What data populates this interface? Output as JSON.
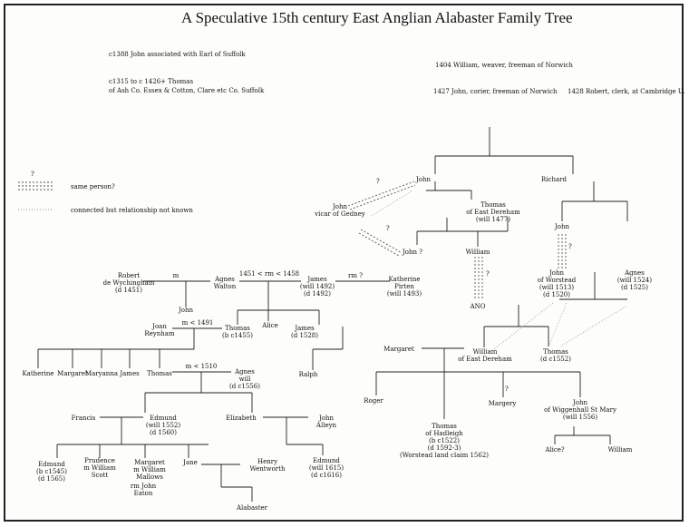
{
  "title": "A Speculative 15th century East Anglian Alabaster Family Tree",
  "notes": {
    "n1": "c1388 John associated with Earl of Suffolk",
    "n2a": "c1315 to c 1426+ Thomas",
    "n2b": "of Ash Co. Essex &  Cotton, Clare etc Co. Suffolk",
    "n3": "1404 William, weaver, freeman of Norwich",
    "n4": "1427 John, corier,  freeman of Norwich",
    "n5": "1428 Robert, clerk, at Cambridge U."
  },
  "legend": {
    "q": "?",
    "same": "same person?",
    "connected": "connected but relationship  not known"
  },
  "people": {
    "john1": "John",
    "richard": "Richard",
    "john_gedney": [
      "John",
      "vicar of Gedney"
    ],
    "thomas_dereham": [
      "Thomas",
      "of East Dereham",
      "(will 1477)"
    ],
    "john_q": "John ?",
    "william": "William",
    "ano": "ANO",
    "john_r": "John",
    "john_worstead": [
      "John",
      "of Worstead",
      "(will 1513)",
      "(d 1520)"
    ],
    "agnes1": [
      "Agnes",
      "(will 1524)",
      "(d 1525)"
    ],
    "robert": [
      "Robert",
      "de Wychingham",
      "(d 1451)"
    ],
    "agnes_walton": [
      "Agnes",
      "Walton"
    ],
    "john_small": "John",
    "james1": [
      "James",
      "(will 1492)",
      "(d 1492)"
    ],
    "katherine": [
      "Katherine",
      "Pirten",
      "(will 1493)"
    ],
    "joan": [
      "Joan",
      "Reynham"
    ],
    "thomas_b1455": [
      "Thomas",
      "(b c1455)"
    ],
    "alice": "Alice",
    "james2": [
      "James",
      "(d 1528)"
    ],
    "ralph": "Ralph",
    "margaret1": "Margaret",
    "william_ed": [
      "William",
      "of East Dereham"
    ],
    "thomas_1552": [
      "Thomas",
      "(d c1552)"
    ],
    "katherine2": "Katherine",
    "margaret2": "Margaret",
    "maryanna": "Maryanna",
    "james3": "James",
    "thomas3": "Thomas",
    "agnes_will": [
      "Agnes",
      "will",
      "(d c1556)"
    ],
    "roger": "Roger",
    "margery": "Margery",
    "john_wiggenhall": [
      "John",
      "of Wiggenhall St Mary",
      "(will 1556)"
    ],
    "thomas_hadleigh": [
      "Thomas",
      "of Hadleigh",
      "(b c1522)",
      "(d 1592-3)",
      "(Worstead land claim 1562)"
    ],
    "alice2": "Alice?",
    "william2": "William",
    "francis": "Francis",
    "edmund1": [
      "Edmund",
      "(will 1552)",
      "(d 1560)"
    ],
    "elizabeth": "Elizabeth",
    "john_alleyn": [
      "John",
      "Alleyn"
    ],
    "edmund2": [
      "Edmund",
      "(b c1545)",
      "(d 1565)"
    ],
    "prudence": [
      "Prudence",
      "m William",
      "Scott"
    ],
    "margaret3": [
      "Margaret",
      "m William",
      "Mallows"
    ],
    "jane": "Jane",
    "henry": [
      "Henry",
      "Wentworth"
    ],
    "edmund3": [
      "Edmund",
      "(will 1615)",
      "(d c1616)"
    ],
    "john_eaton": [
      "rm  John",
      "Eaton"
    ],
    "alabaster": "Alabaster"
  },
  "marks": {
    "m1": "m",
    "m2": "1451 < rm < 1458",
    "m3": "rm ?",
    "m4": "m < 1491",
    "m5": "m < 1510",
    "q1": "?",
    "q2": "?",
    "q3": "?",
    "q4": "?",
    "q5": "?"
  }
}
